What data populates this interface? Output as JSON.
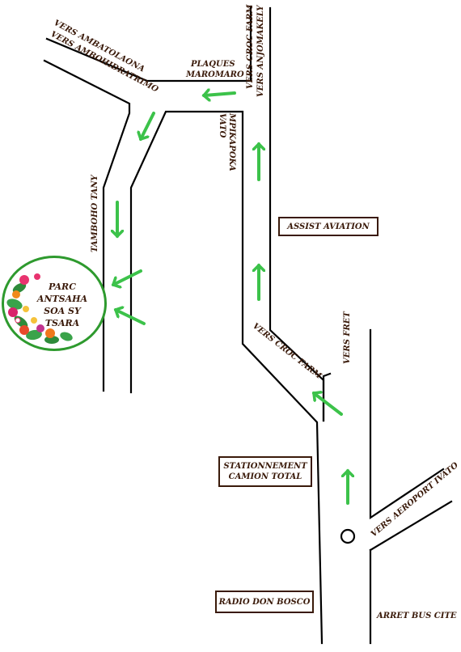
{
  "labels": {
    "vers_ambatolaona": "VERS AMBATOLAONA",
    "vers_ambohidratrimo": "VERS AMBOHIDRATRIMO",
    "plaques_1": "PLAQUES",
    "plaques_2": "MAROMARO",
    "vers_croc_farm_top": "VERS CROC FARM",
    "vers_anjomakely": "VERS ANJOMAKELY",
    "mpikapoka": "MPIKAPOKA",
    "vato": "VATO",
    "tamboho_tany": "TAMBOHO TANY",
    "vers_croc_farm_diag": "VERS CROC FARM",
    "vers_fret": "VERS FRET",
    "vers_aeroport": "VERS AEROPORT IVATO",
    "arret_bus": "ARRET BUS CITE"
  },
  "boxes": {
    "assist_aviation": "ASSIST AVIATION",
    "stationnement_1": "STATIONNEMENT",
    "stationnement_2": "CAMION TOTAL",
    "radio": "RADIO DON BOSCO"
  },
  "park": {
    "line1": "PARC",
    "line2": "ANTSAHA",
    "line3": "SOA SY TSARA"
  },
  "colors": {
    "arrow": "#3cc24a",
    "road": "#000000",
    "text": "#3a1a0a",
    "park_border": "#2e9a2e"
  },
  "icons": [
    "direction-arrow-icon",
    "roundabout-icon",
    "flower-wreath-icon"
  ]
}
